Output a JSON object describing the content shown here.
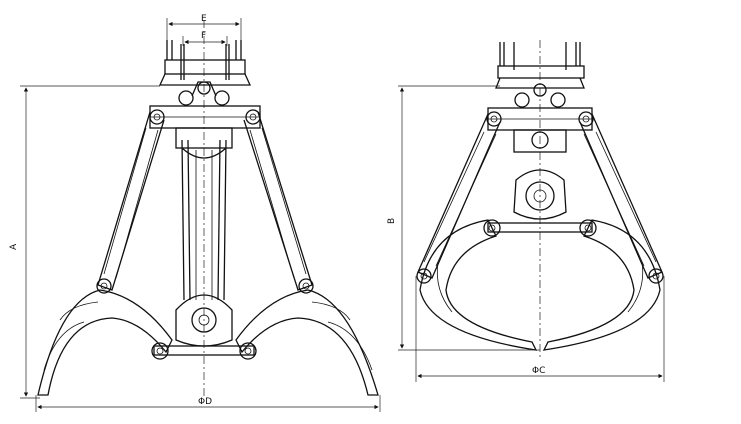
{
  "dimensions": {
    "A": "A",
    "B": "B",
    "C": "ΦC",
    "D": "ΦD",
    "E": "E",
    "F": "F"
  }
}
